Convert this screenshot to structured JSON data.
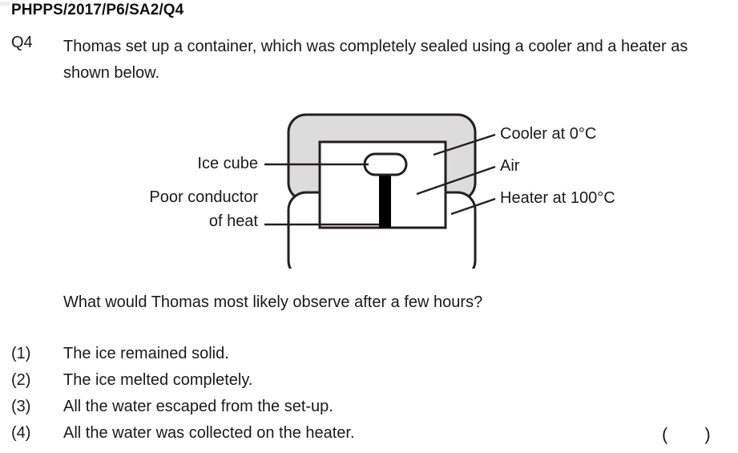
{
  "document": {
    "paper_code": "PHPPS/2017/P6/SA2/Q4",
    "question_number": "Q4",
    "question_stem": "Thomas set up a container, which was completely sealed using a cooler and a heater as shown below.",
    "follow_up": "What would Thomas most likely observe after a few hours?"
  },
  "diagram": {
    "labels_left": [
      {
        "id": "ice-cube",
        "text": "Ice cube"
      },
      {
        "id": "poor-conductor",
        "line1": "Poor conductor",
        "line2": "of heat"
      }
    ],
    "labels_right": [
      {
        "id": "cooler",
        "text": "Cooler at 0°C"
      },
      {
        "id": "air",
        "text": "Air"
      },
      {
        "id": "heater",
        "text": "Heater at 100°C"
      }
    ],
    "colors": {
      "cooler_fill": "#dcdcdc",
      "heater_fill": "#ffffff",
      "stroke": "#231f20",
      "ice_fill": "#ffffff",
      "bar_fill": "#000000"
    }
  },
  "options": [
    {
      "num": "(1)",
      "text": "The ice remained solid."
    },
    {
      "num": "(2)",
      "text": "The ice melted completely."
    },
    {
      "num": "(3)",
      "text": "All the water escaped from the set-up."
    },
    {
      "num": "(4)",
      "text": "All the water was collected on the heater."
    }
  ],
  "answer_bracket": "()"
}
